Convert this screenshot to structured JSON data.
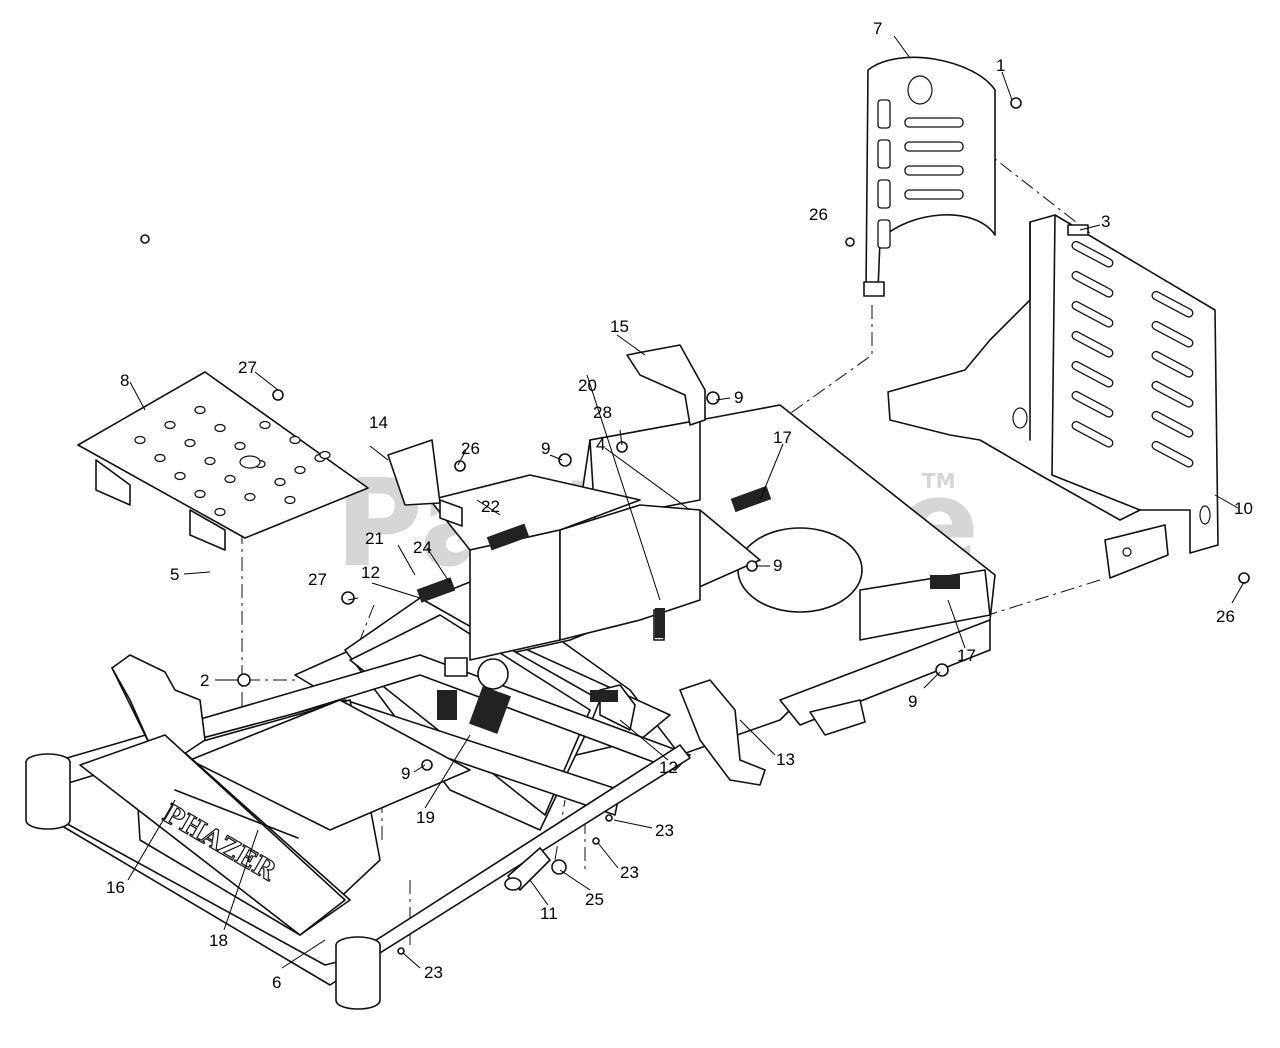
{
  "watermark": {
    "brand": "PartsTree",
    "trademark": "TM"
  },
  "brand_logo": "PHAZER",
  "callouts": [
    {
      "id": "c1",
      "label": "1"
    },
    {
      "id": "c2",
      "label": "2"
    },
    {
      "id": "c3",
      "label": "3"
    },
    {
      "id": "c4",
      "label": "4"
    },
    {
      "id": "c5",
      "label": "5"
    },
    {
      "id": "c6",
      "label": "6"
    },
    {
      "id": "c7",
      "label": "7"
    },
    {
      "id": "c8",
      "label": "8"
    },
    {
      "id": "c9a",
      "label": "9"
    },
    {
      "id": "c9b",
      "label": "9"
    },
    {
      "id": "c9c",
      "label": "9"
    },
    {
      "id": "c9d",
      "label": "9"
    },
    {
      "id": "c9e",
      "label": "9"
    },
    {
      "id": "c10",
      "label": "10"
    },
    {
      "id": "c11",
      "label": "11"
    },
    {
      "id": "c12a",
      "label": "12"
    },
    {
      "id": "c12b",
      "label": "12"
    },
    {
      "id": "c13",
      "label": "13"
    },
    {
      "id": "c14",
      "label": "14"
    },
    {
      "id": "c15",
      "label": "15"
    },
    {
      "id": "c16",
      "label": "16"
    },
    {
      "id": "c17a",
      "label": "17"
    },
    {
      "id": "c17b",
      "label": "17"
    },
    {
      "id": "c18",
      "label": "18"
    },
    {
      "id": "c19",
      "label": "19"
    },
    {
      "id": "c20",
      "label": "20"
    },
    {
      "id": "c21",
      "label": "21"
    },
    {
      "id": "c22",
      "label": "22"
    },
    {
      "id": "c23a",
      "label": "23"
    },
    {
      "id": "c23b",
      "label": "23"
    },
    {
      "id": "c23c",
      "label": "23"
    },
    {
      "id": "c24",
      "label": "24"
    },
    {
      "id": "c25",
      "label": "25"
    },
    {
      "id": "c26a",
      "label": "26"
    },
    {
      "id": "c26b",
      "label": "26"
    },
    {
      "id": "c26c",
      "label": "26"
    },
    {
      "id": "c27a",
      "label": "27"
    },
    {
      "id": "c27b",
      "label": "27"
    },
    {
      "id": "c28",
      "label": "28"
    }
  ]
}
